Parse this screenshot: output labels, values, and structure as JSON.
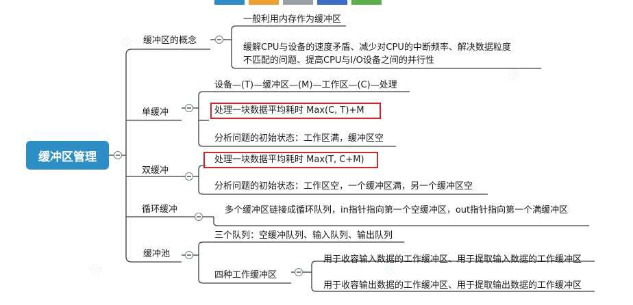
{
  "root": {
    "label": "缓冲区管理"
  },
  "colors": {
    "root_bg": "#2e8fc7",
    "branch_line": "#3a3a3a",
    "highlight_box": "#e02020",
    "header_stripes": [
      "#2e8fc7",
      "#f0a030",
      "#9aa0a6",
      "#3a6cc8",
      "#5ab04a"
    ]
  },
  "branches": [
    {
      "label": "缓冲区的概念",
      "children": [
        {
          "text": "一般利用内存作为缓冲区"
        },
        {
          "line1": "缓解CPU与设备的速度矛盾、减少对CPU的中断频率、解决数据粒度",
          "line2": "不匹配的问题、提高CPU与I/O设备之间的并行性"
        }
      ]
    },
    {
      "label": "单缓冲",
      "children": [
        {
          "text": "设备—(T)—缓冲区—(M)—工作区—(C)—处理"
        },
        {
          "text": "处理一块数据平均耗时 Max(C, T)+M",
          "highlighted": true
        },
        {
          "text": "分析问题的初始状态：工作区满，缓冲区空"
        }
      ]
    },
    {
      "label": "双缓冲",
      "children": [
        {
          "text": "处理一块数据平均耗时 Max(T, C+M)",
          "highlighted": true
        },
        {
          "text": "分析问题的初始状态：工作区空，一个缓冲区满，另一个缓冲区空"
        }
      ]
    },
    {
      "label": "循环缓冲",
      "children": [
        {
          "text": "多个缓冲区链接成循环队列，in指针指向第一个空缓冲区，out指针指向第一个满缓冲区"
        }
      ]
    },
    {
      "label": "缓冲池",
      "children": [
        {
          "text": "三个队列：空缓冲队列、输入队列、输出队列"
        },
        {
          "label": "四种工作缓冲区",
          "children": [
            {
              "text": "用于收容输入数据的工作缓冲区、用于提取输入数据的工作缓冲区"
            },
            {
              "text": "用于收容输出数据的工作缓冲区、用于提取输出数据的工作缓冲区"
            }
          ]
        }
      ]
    }
  ]
}
